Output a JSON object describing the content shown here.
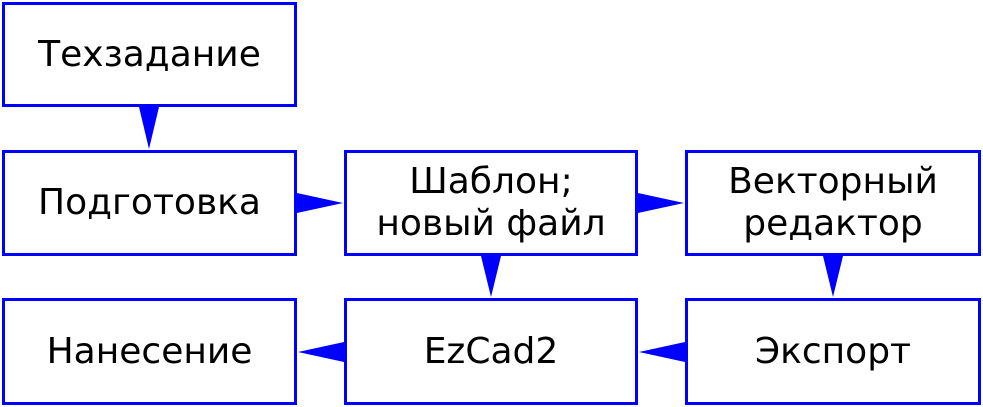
{
  "diagram": {
    "nodes": {
      "spec": {
        "label": "Техзадание"
      },
      "prep": {
        "label": "Подготовка"
      },
      "template": {
        "label": "Шаблон;\nновый файл"
      },
      "vector": {
        "label": "Векторный\nредактор"
      },
      "apply": {
        "label": "Нанесение"
      },
      "ezcad": {
        "label": "EzCad2"
      },
      "export": {
        "label": "Экспорт"
      }
    },
    "edges": [
      {
        "from": "spec",
        "to": "prep"
      },
      {
        "from": "prep",
        "to": "template"
      },
      {
        "from": "template",
        "to": "vector"
      },
      {
        "from": "template",
        "to": "ezcad"
      },
      {
        "from": "vector",
        "to": "export"
      },
      {
        "from": "export",
        "to": "ezcad"
      },
      {
        "from": "ezcad",
        "to": "apply"
      }
    ],
    "colors": {
      "border": "#0000ff",
      "arrow": "#0000ff",
      "text": "#000000",
      "background": "#ffffff"
    }
  }
}
